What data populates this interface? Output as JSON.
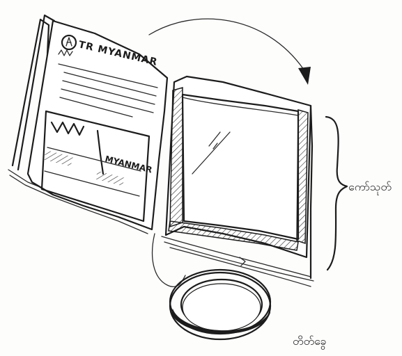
{
  "labels": {
    "cover_label": "ကော်သုတ်",
    "ring_label": "တိတ်ခွေ"
  },
  "magazine": {
    "header_text": "TR MYANMAR",
    "inset_text": "MYANMAR"
  },
  "colors": {
    "ink": "#1c1c1c",
    "paper": "#ffffff"
  }
}
